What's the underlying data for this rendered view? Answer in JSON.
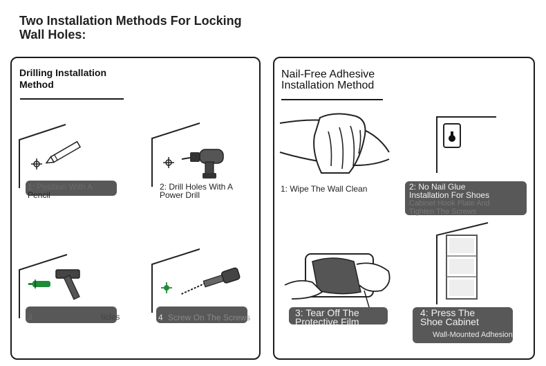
{
  "title": "Two Installation Methods For Locking Wall Holes:",
  "left_panel": {
    "heading_line1": "Drilling Installation",
    "heading_line2": "Method",
    "steps": [
      {
        "line1": "1: Position With A",
        "line2": "Pencil"
      },
      {
        "line1": "2: Drill Holes With A",
        "line2": "Power Drill"
      },
      {
        "line1": "3",
        "line2": "ticles"
      },
      {
        "line1": "4",
        "line2": "Screw On The Screws"
      }
    ]
  },
  "right_panel": {
    "heading_line1": "Nail-Free Adhesive",
    "heading_line2": "Installation Method",
    "steps": [
      {
        "line1": "1: Wipe The Wall Clean"
      },
      {
        "line1": "2: No Nail Glue",
        "line2": "Installation For Shoes",
        "line3": "Cabinet Hook Plate And",
        "line4": "Tighten The Screws"
      },
      {
        "line1": "3: Tear Off The",
        "line2": "Protective Film"
      },
      {
        "line1": "4: Press The",
        "line2": "Shoe Cabinet",
        "line3": "Wall-Mounted Adhesion"
      }
    ]
  },
  "colors": {
    "accent_green": "#1f8a3a",
    "pill": "#333333",
    "border": "#1a1a1a"
  },
  "icons": [
    "crosshair-icon",
    "pencil-icon",
    "power-drill-icon",
    "wall-anchor-icon",
    "hammer-icon",
    "screwdriver-icon",
    "hands-wiping-icon",
    "hook-plate-icon",
    "peel-film-icon",
    "shoe-cabinet-icon"
  ]
}
